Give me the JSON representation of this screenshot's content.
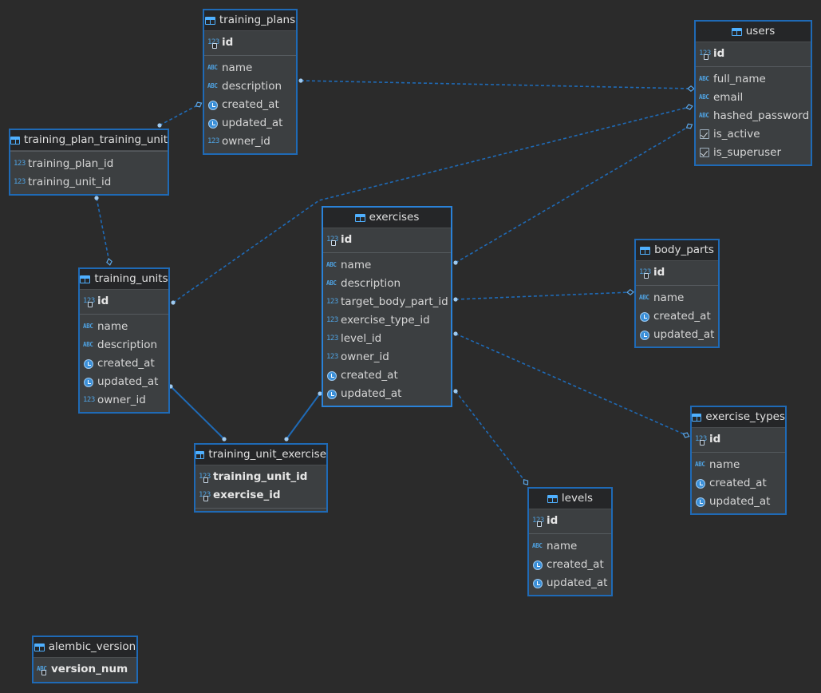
{
  "colors": {
    "background": "#2b2b2b",
    "table_border": "#1f6ab6",
    "relation_line": "#1f6ab6",
    "icon_accent": "#4fa3e3"
  },
  "tables": [
    {
      "id": "training_plans",
      "name": "training_plans",
      "pk": [
        {
          "name": "id",
          "type": "number"
        }
      ],
      "columns": [
        {
          "name": "name",
          "type": "text"
        },
        {
          "name": "description",
          "type": "text"
        },
        {
          "name": "created_at",
          "type": "datetime"
        },
        {
          "name": "updated_at",
          "type": "datetime"
        },
        {
          "name": "owner_id",
          "type": "number"
        }
      ]
    },
    {
      "id": "users",
      "name": "users",
      "pk": [
        {
          "name": "id",
          "type": "number"
        }
      ],
      "columns": [
        {
          "name": "full_name",
          "type": "text"
        },
        {
          "name": "email",
          "type": "text"
        },
        {
          "name": "hashed_password",
          "type": "text"
        },
        {
          "name": "is_active",
          "type": "boolean"
        },
        {
          "name": "is_superuser",
          "type": "boolean"
        }
      ]
    },
    {
      "id": "training_plan_training_unit",
      "name": "training_plan_training_unit",
      "pk": [],
      "columns": [
        {
          "name": "training_plan_id",
          "type": "number"
        },
        {
          "name": "training_unit_id",
          "type": "number"
        }
      ]
    },
    {
      "id": "exercises",
      "name": "exercises",
      "selected": true,
      "pk": [
        {
          "name": "id",
          "type": "number"
        }
      ],
      "columns": [
        {
          "name": "name",
          "type": "text"
        },
        {
          "name": "description",
          "type": "text"
        },
        {
          "name": "target_body_part_id",
          "type": "number"
        },
        {
          "name": "exercise_type_id",
          "type": "number"
        },
        {
          "name": "level_id",
          "type": "number"
        },
        {
          "name": "owner_id",
          "type": "number"
        },
        {
          "name": "created_at",
          "type": "datetime"
        },
        {
          "name": "updated_at",
          "type": "datetime"
        }
      ]
    },
    {
      "id": "body_parts",
      "name": "body_parts",
      "pk": [
        {
          "name": "id",
          "type": "number"
        }
      ],
      "columns": [
        {
          "name": "name",
          "type": "text"
        },
        {
          "name": "created_at",
          "type": "datetime"
        },
        {
          "name": "updated_at",
          "type": "datetime"
        }
      ]
    },
    {
      "id": "training_units",
      "name": "training_units",
      "pk": [
        {
          "name": "id",
          "type": "number"
        }
      ],
      "columns": [
        {
          "name": "name",
          "type": "text"
        },
        {
          "name": "description",
          "type": "text"
        },
        {
          "name": "created_at",
          "type": "datetime"
        },
        {
          "name": "updated_at",
          "type": "datetime"
        },
        {
          "name": "owner_id",
          "type": "number"
        }
      ]
    },
    {
      "id": "exercise_types",
      "name": "exercise_types",
      "pk": [
        {
          "name": "id",
          "type": "number"
        }
      ],
      "columns": [
        {
          "name": "name",
          "type": "text"
        },
        {
          "name": "created_at",
          "type": "datetime"
        },
        {
          "name": "updated_at",
          "type": "datetime"
        }
      ]
    },
    {
      "id": "training_unit_exercise",
      "name": "training_unit_exercise",
      "pk": [
        {
          "name": "training_unit_id",
          "type": "number"
        },
        {
          "name": "exercise_id",
          "type": "number"
        }
      ],
      "columns": []
    },
    {
      "id": "levels",
      "name": "levels",
      "pk": [
        {
          "name": "id",
          "type": "number"
        }
      ],
      "columns": [
        {
          "name": "name",
          "type": "text"
        },
        {
          "name": "created_at",
          "type": "datetime"
        },
        {
          "name": "updated_at",
          "type": "datetime"
        }
      ]
    },
    {
      "id": "alembic_version",
      "name": "alembic_version",
      "pk": [
        {
          "name": "version_num",
          "type": "text"
        }
      ],
      "columns": []
    }
  ],
  "relations": [
    {
      "from": "training_plans",
      "to": "users",
      "style": "dashed"
    },
    {
      "from": "training_plan_training_unit",
      "to": "training_plans",
      "style": "dashed"
    },
    {
      "from": "training_plan_training_unit",
      "to": "training_units",
      "style": "dashed"
    },
    {
      "from": "training_units",
      "to": "users",
      "style": "dashed"
    },
    {
      "from": "exercises",
      "to": "users",
      "style": "dashed"
    },
    {
      "from": "exercises",
      "to": "body_parts",
      "style": "dashed"
    },
    {
      "from": "exercises",
      "to": "exercise_types",
      "style": "dashed"
    },
    {
      "from": "exercises",
      "to": "levels",
      "style": "dashed"
    },
    {
      "from": "training_unit_exercise",
      "to": "training_units",
      "style": "solid"
    },
    {
      "from": "training_unit_exercise",
      "to": "exercises",
      "style": "solid"
    }
  ]
}
